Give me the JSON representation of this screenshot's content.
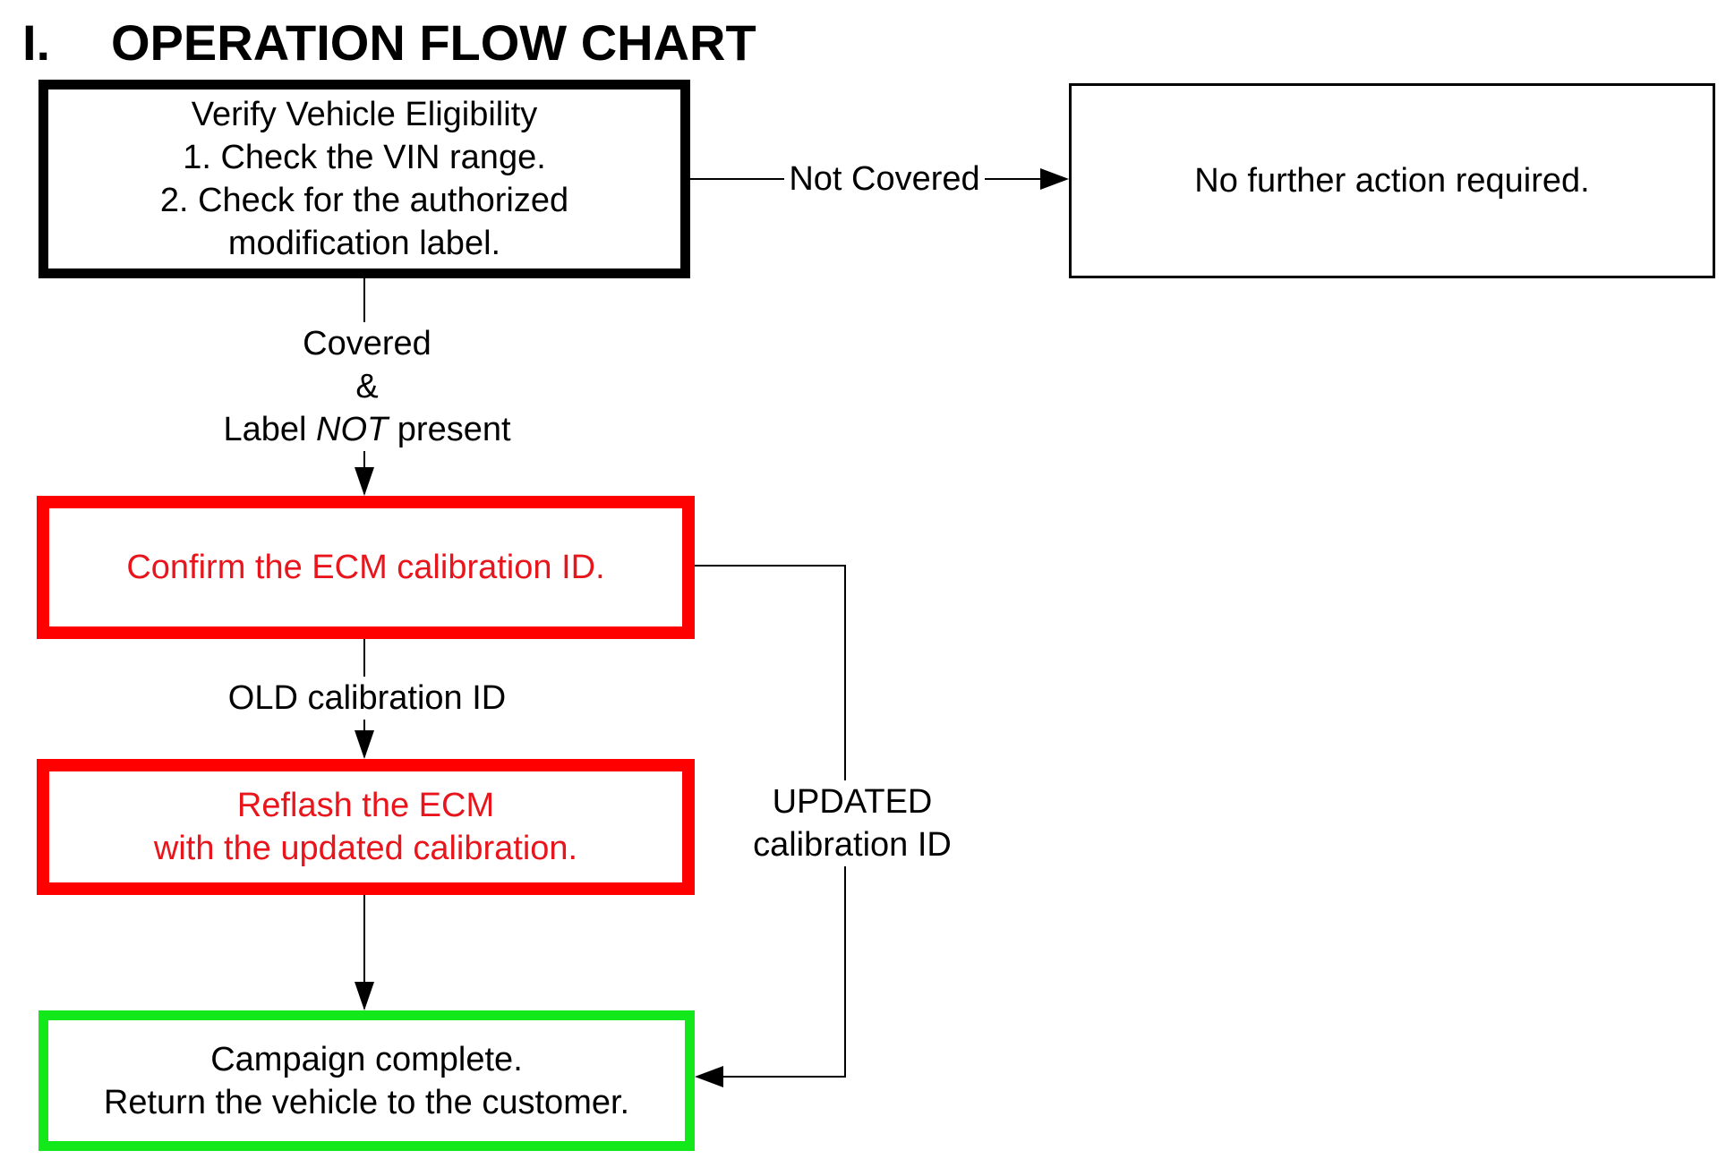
{
  "title": {
    "number": "I.",
    "text": "OPERATION FLOW CHART"
  },
  "nodes": {
    "verify": {
      "lines": [
        "Verify Vehicle Eligibility",
        "1. Check the VIN range.",
        "2. Check for the authorized",
        "modification label."
      ],
      "border_color": "#000000"
    },
    "no_further": {
      "text": "No further action required.",
      "border_color": "#000000"
    },
    "confirm": {
      "text": "Confirm the ECM calibration ID.",
      "border_color": "#ff0000",
      "text_color": "#e8161c"
    },
    "reflash": {
      "lines": [
        "Reflash the ECM",
        "with the updated calibration."
      ],
      "border_color": "#ff0000",
      "text_color": "#e8161c"
    },
    "complete": {
      "lines": [
        "Campaign complete.",
        "Return the vehicle to the customer."
      ],
      "border_color": "#12e81a"
    }
  },
  "edges": {
    "not_covered": {
      "label": "Not Covered"
    },
    "covered": {
      "line1": "Covered",
      "line2": "&",
      "line3_prefix": "Label ",
      "line3_emphasis": "NOT",
      "line3_suffix": " present"
    },
    "old_id": {
      "label": "OLD calibration ID"
    },
    "updated_id": {
      "line1": "UPDATED",
      "line2": "calibration ID"
    }
  }
}
